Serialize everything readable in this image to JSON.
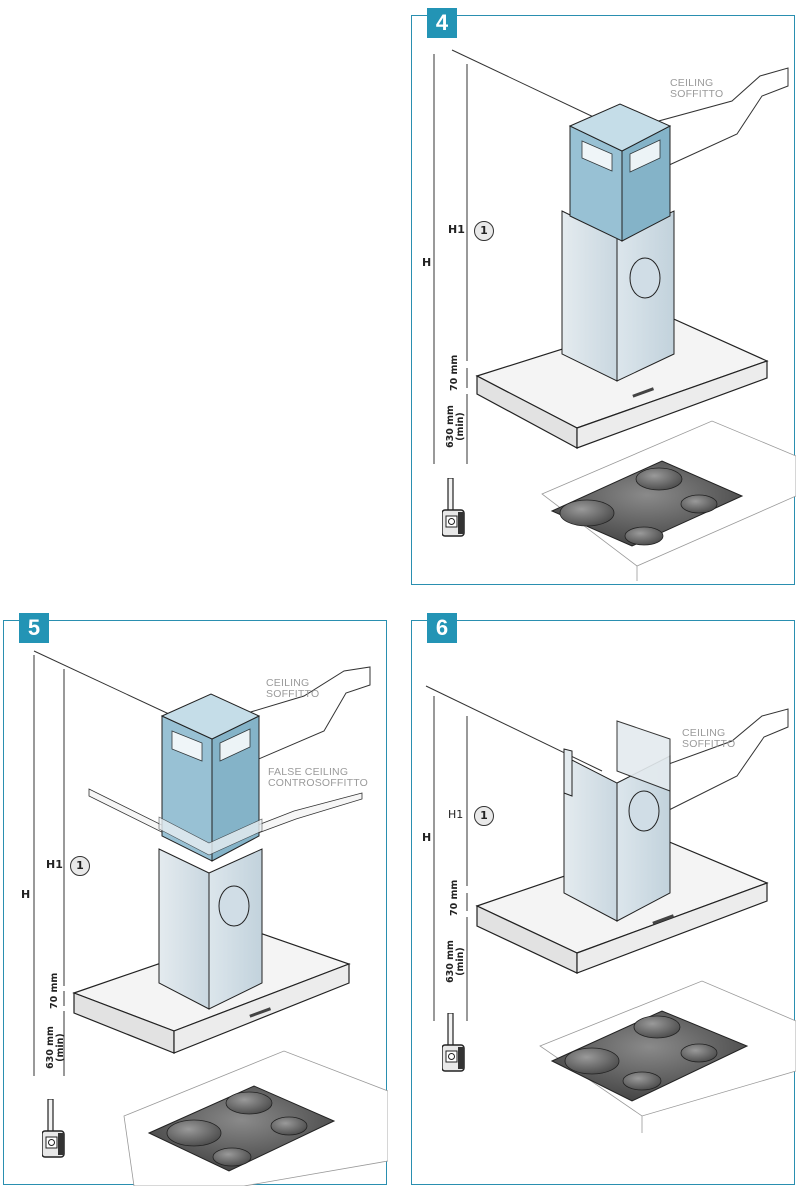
{
  "panels": [
    {
      "number": "4",
      "ceiling_label_en": "CEILING",
      "ceiling_label_it": "SOFFITTO",
      "dim_h": "H",
      "dim_h1": "H1",
      "ref_number": "1",
      "dim_70": "70 mm",
      "dim_630": "630 mm",
      "dim_630_min": "(min)"
    },
    {
      "number": "5",
      "ceiling_label_en": "CEILING",
      "ceiling_label_it": "SOFFITTO",
      "false_ceiling_en": "FALSE CEILING",
      "false_ceiling_it": "CONTROSOFFITTO",
      "dim_h": "H",
      "dim_h1": "H1",
      "ref_number": "1",
      "dim_70": "70 mm",
      "dim_630": "630 mm",
      "dim_630_min": "(min)"
    },
    {
      "number": "6",
      "ceiling_label_en": "CEILING",
      "ceiling_label_it": "SOFFITTO",
      "dim_h": "H",
      "dim_h1": "H1",
      "ref_number": "1",
      "dim_70": "70 mm",
      "dim_630": "630 mm",
      "dim_630_min": "(min)"
    }
  ],
  "colors": {
    "frame": "#2a8fb0",
    "badge": "#2394b5",
    "duct_blue": "#8fb8cc",
    "chimney_light": "#d6e2ea",
    "hob": "#5a5a5a"
  },
  "icons": [
    "spirit-level-icon"
  ]
}
